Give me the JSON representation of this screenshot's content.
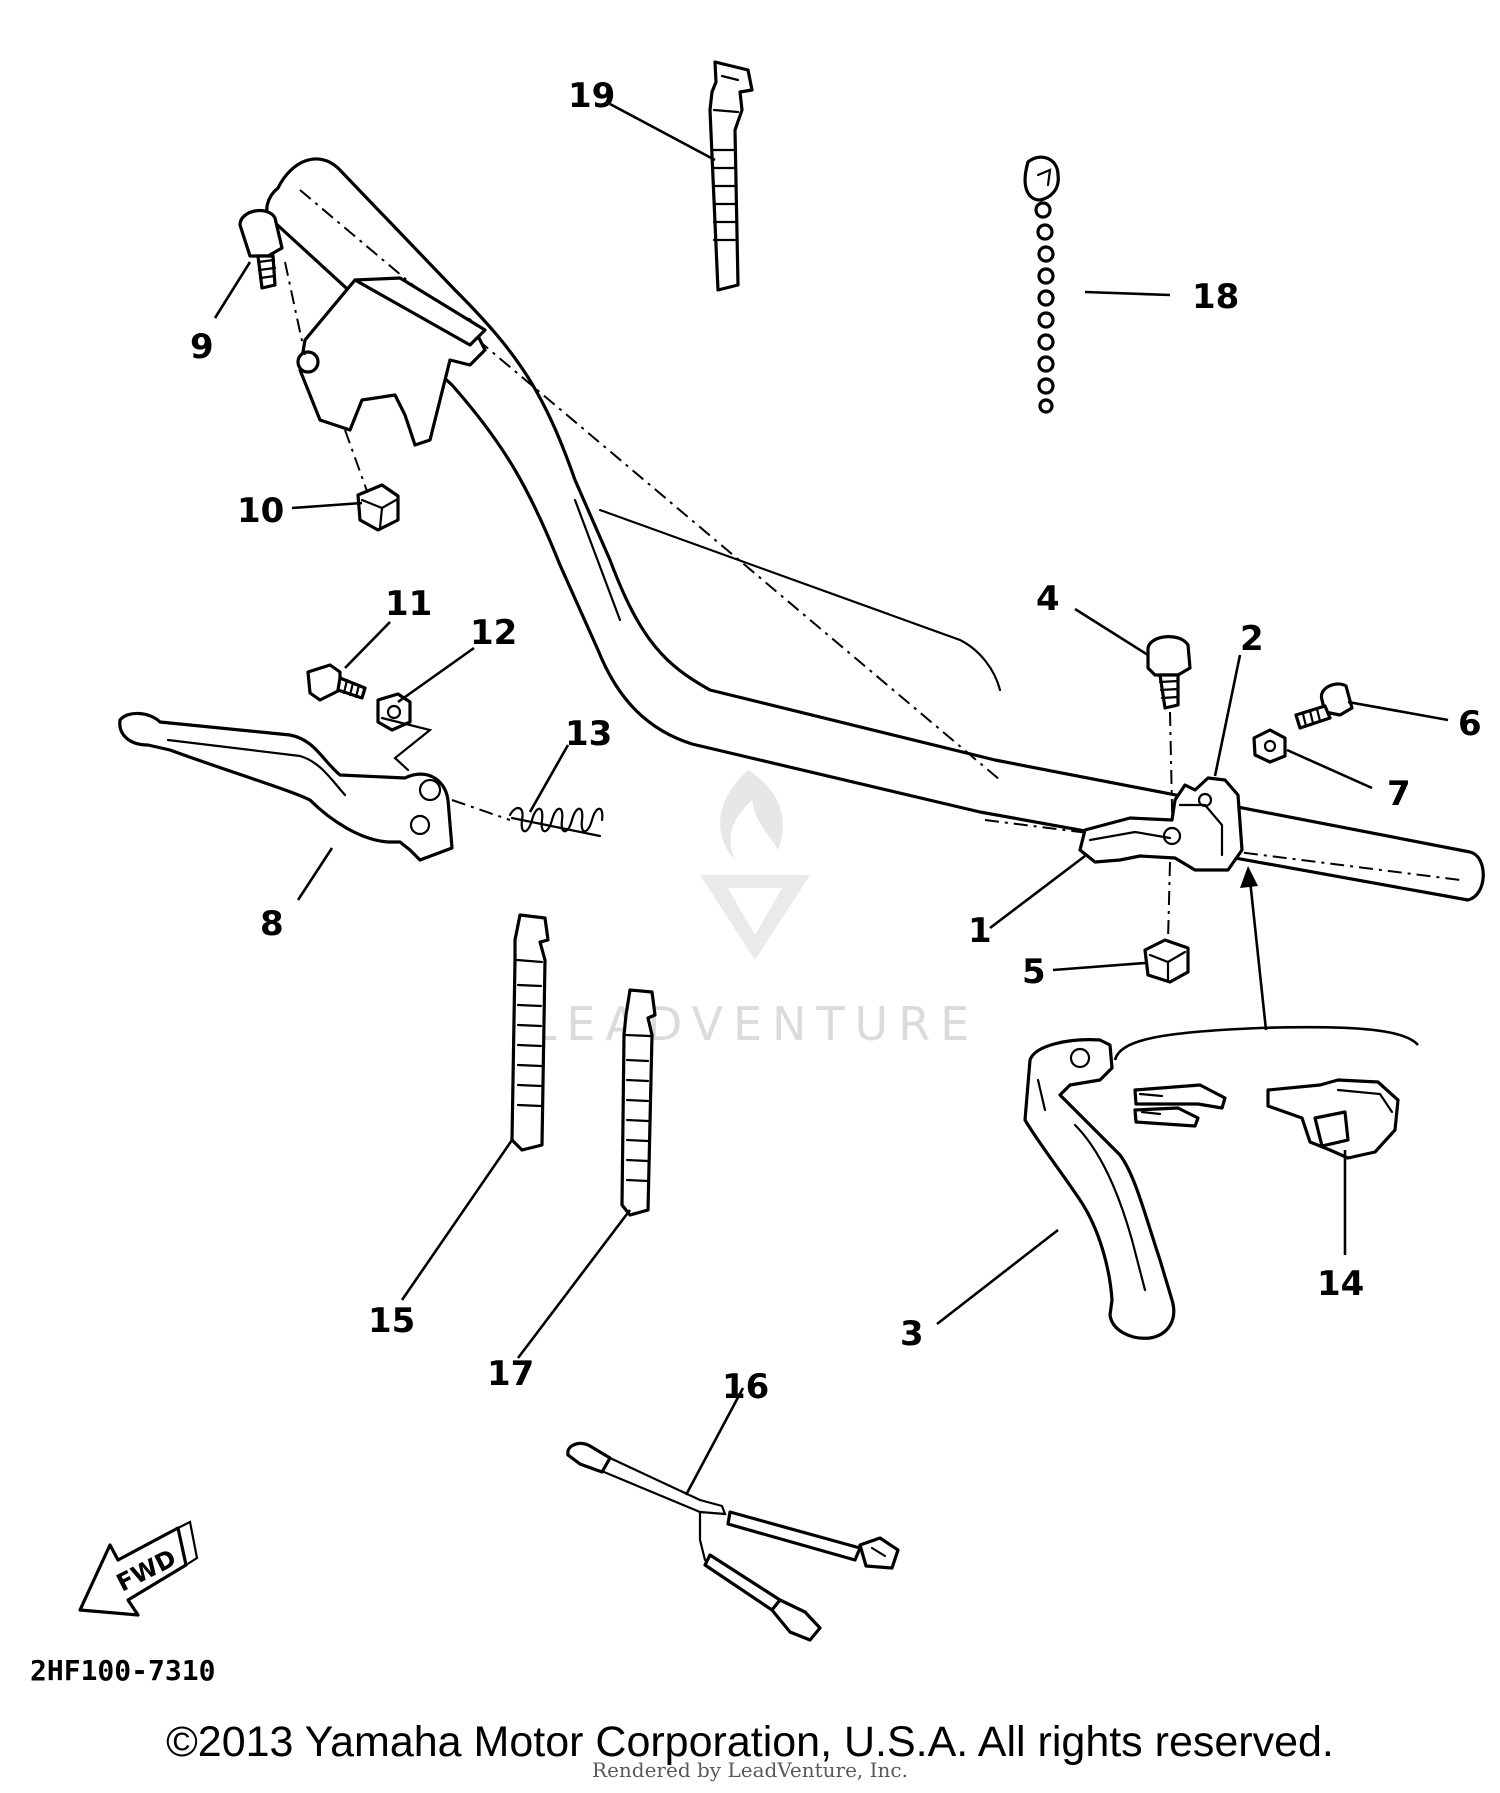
{
  "callouts": [
    {
      "id": "1",
      "label": "1"
    },
    {
      "id": "2",
      "label": "2"
    },
    {
      "id": "3",
      "label": "3"
    },
    {
      "id": "4",
      "label": "4"
    },
    {
      "id": "5",
      "label": "5"
    },
    {
      "id": "6",
      "label": "6"
    },
    {
      "id": "7",
      "label": "7"
    },
    {
      "id": "8",
      "label": "8"
    },
    {
      "id": "9",
      "label": "9"
    },
    {
      "id": "10",
      "label": "10"
    },
    {
      "id": "11",
      "label": "11"
    },
    {
      "id": "12",
      "label": "12"
    },
    {
      "id": "13",
      "label": "13"
    },
    {
      "id": "14",
      "label": "14"
    },
    {
      "id": "15",
      "label": "15"
    },
    {
      "id": "16",
      "label": "16"
    },
    {
      "id": "17",
      "label": "17"
    },
    {
      "id": "18",
      "label": "18"
    },
    {
      "id": "19",
      "label": "19"
    }
  ],
  "fwd_arrow_label": "FWD",
  "drawing_number": "2HF100-7310",
  "watermark": "LEADVENTURE",
  "copyright": "©2013 Yamaha Motor Corporation, U.S.A. All rights reserved.",
  "render_credit": "Rendered by LeadVenture, Inc."
}
